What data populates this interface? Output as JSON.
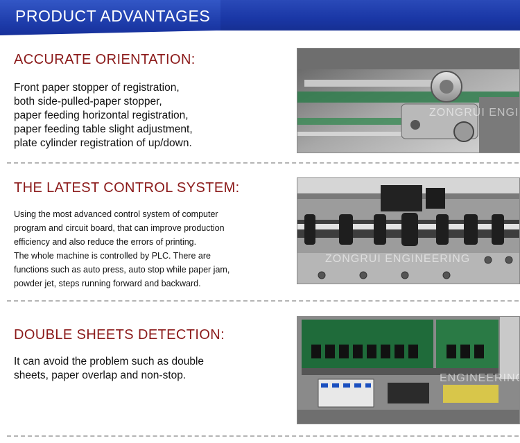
{
  "header": {
    "title": "PRODUCT ADVANTAGES"
  },
  "sections": [
    {
      "title": "ACCURATE ORIENTATION:",
      "lines": [
        "Front paper stopper of registration,",
        "both side-pulled-paper stopper,",
        "paper feeding horizontal registration,",
        "paper feeding table slight adjustment,",
        "plate cylinder registration of up/down."
      ],
      "watermark": "ZONGRUI ENGINEERING"
    },
    {
      "title": "THE LATEST CONTROL SYSTEM:",
      "lines": [
        "Using the most advanced control system of computer",
        "program and circuit board, that can improve production",
        "efficiency and also reduce the errors of printing.",
        "The whole machine is controlled by PLC. There are",
        "functions such as auto press, auto stop while paper jam,",
        "powder jet, steps running forward and backward."
      ],
      "watermark": "ZONGRUI ENGINEERING"
    },
    {
      "title": "DOUBLE SHEETS DETECTION:",
      "lines": [
        "It can avoid the problem such as double",
        "sheets, paper overlap and non-stop."
      ],
      "watermark": "ENGINEERING"
    }
  ]
}
